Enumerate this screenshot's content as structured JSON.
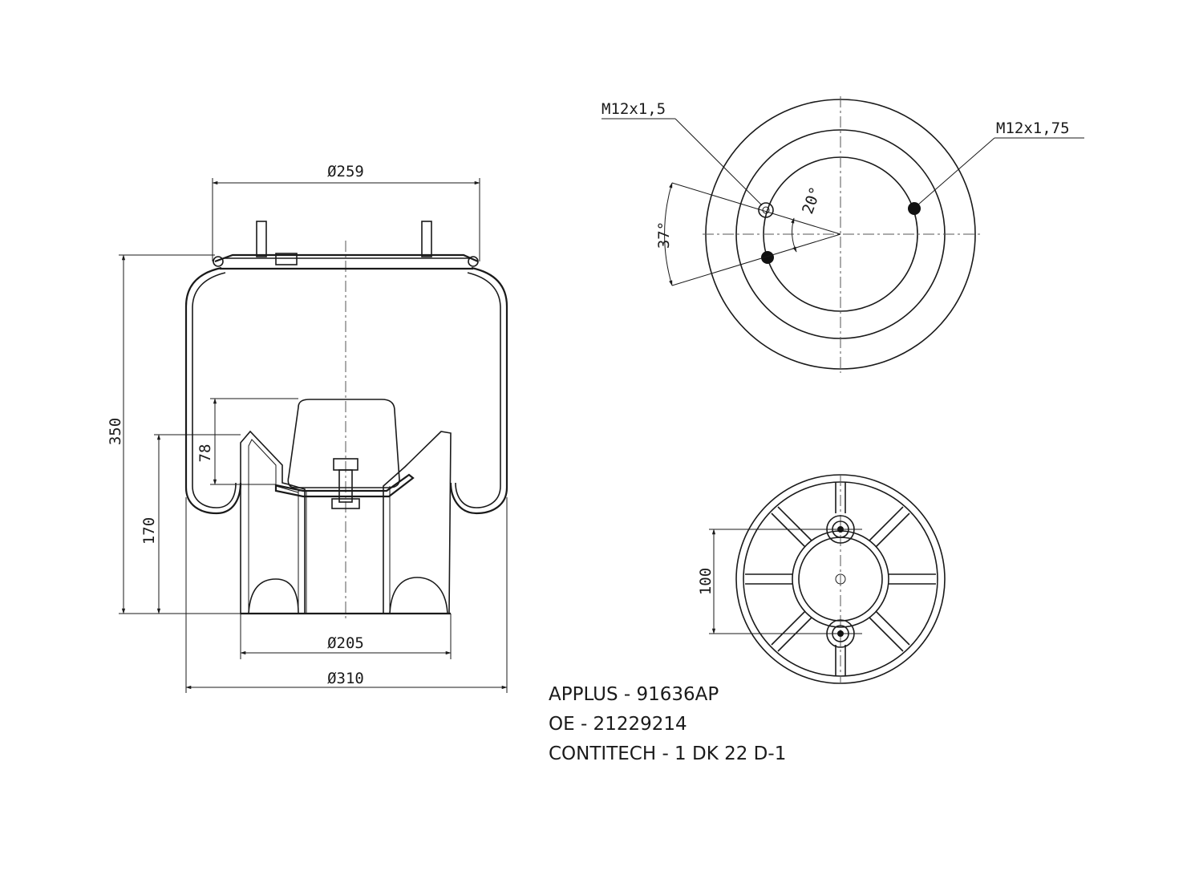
{
  "dimensions": {
    "top_plate_diameter": "Ø259",
    "overall_height": "350",
    "piston_height": "170",
    "bump_stop_height": "78",
    "piston_diameter": "Ø205",
    "bellows_diameter": "Ø310",
    "stud_spacing": "100"
  },
  "top_view": {
    "thread_left": "M12x1,5",
    "thread_right": "M12x1,75",
    "angle_large": "37°",
    "angle_small": "20°"
  },
  "part_numbers": [
    "APPLUS - 91636AP",
    "OE - 21229214",
    "CONTITECH - 1 DK 22 D-1"
  ]
}
